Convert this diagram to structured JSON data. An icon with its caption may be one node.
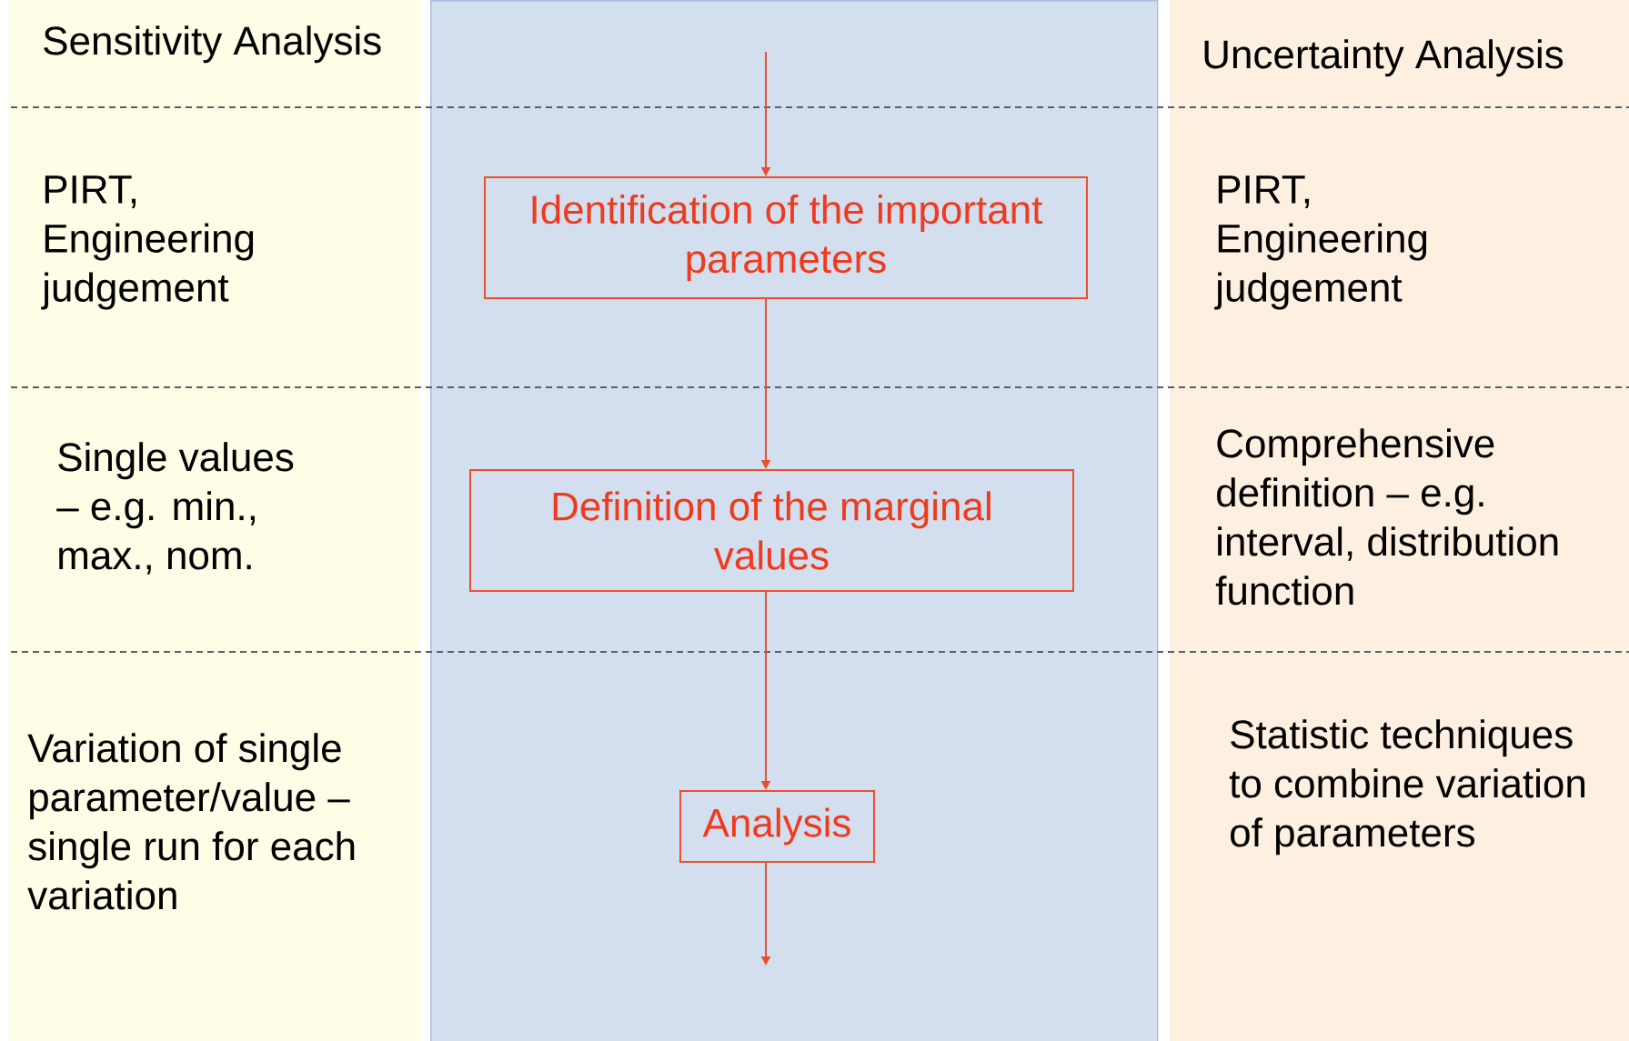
{
  "diagram": {
    "nodes": [
      {
        "text": [
          "Sensitivity Analysis",
          "PIRT, Engineering judgement",
          "Single values – e.g. min., max., nom.",
          "Variation of single parameter/value – single run for each variation"
        ]
      },
      {
        "text": [],
        "shape": "band"
      },
      {
        "text": [
          "Identification of the important parameters"
        ],
        "in": 1
      },
      {
        "text": [
          "Definition of the marginal values"
        ],
        "in": 1
      },
      {
        "text": [
          "Analysis"
        ],
        "in": 1
      },
      {
        "text": [
          "Uncertainty Analysis",
          "PIRT, Engineering judgement",
          "Comprehensive definition – e.g. interval, distribution function",
          "Statistic techniques to combine variation of parameters"
        ]
      }
    ],
    "edges": [
      {
        "from": null,
        "to": 2,
        "arrow": "to"
      },
      {
        "from": 2,
        "to": 3,
        "arrow": "to"
      },
      {
        "from": 3,
        "to": 4,
        "arrow": "to"
      },
      {
        "from": 4,
        "to": null,
        "arrow": "to"
      }
    ]
  }
}
